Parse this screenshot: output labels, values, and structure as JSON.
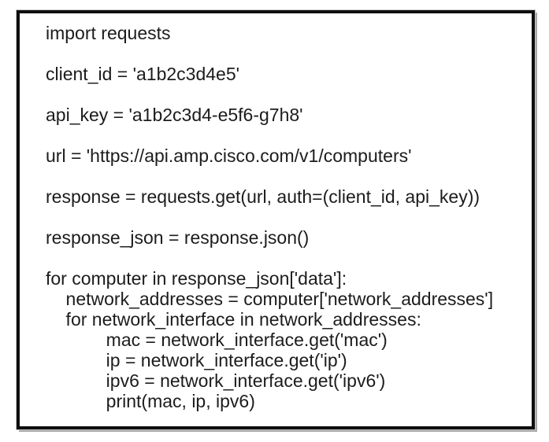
{
  "page": {
    "background_color": "#ffffff"
  },
  "code_panel": {
    "border_color": "#0e0e0e",
    "text_color": "#1c1c1c",
    "language": "python",
    "lines": [
      "import requests",
      "",
      "client_id = 'a1b2c3d4e5'",
      "",
      "api_key = 'a1b2c3d4-e5f6-g7h8'",
      "",
      "url = 'https://api.amp.cisco.com/v1/computers'",
      "",
      "response = requests.get(url, auth=(client_id, api_key))",
      "",
      "response_json = response.json()",
      "",
      "for computer in response_json['data']:",
      "    network_addresses = computer['network_addresses']",
      "    for network_interface in network_addresses:",
      "            mac = network_interface.get('mac')",
      "            ip = network_interface.get('ip')",
      "            ipv6 = network_interface.get('ipv6')",
      "            print(mac, ip, ipv6)"
    ]
  }
}
